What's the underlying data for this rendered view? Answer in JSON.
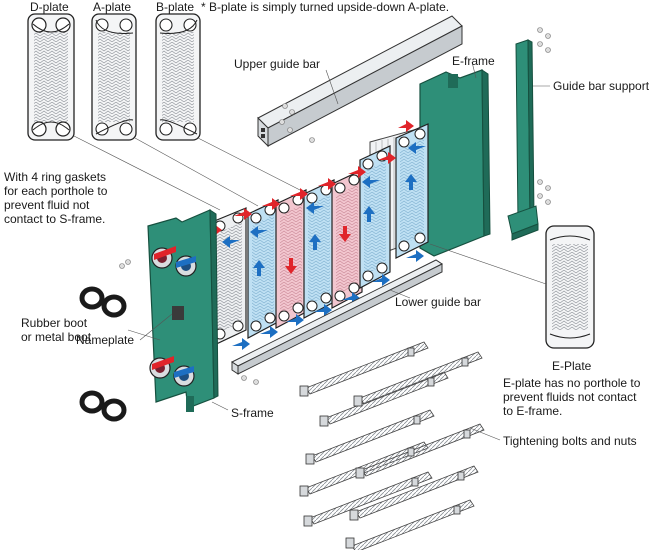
{
  "labels": {
    "d_plate": "D-plate",
    "a_plate": "A-plate",
    "b_plate": "B-plate",
    "b_plate_note": "* B-plate is simply turned upside-down A-plate.",
    "upper_guide_bar": "Upper guide bar",
    "e_frame": "E-frame",
    "guide_bar_support": "Guide bar support",
    "ring_gaskets": [
      "With 4 ring gaskets",
      "for each porthole to",
      "prevent fluid not",
      "contact to S-frame."
    ],
    "rubber_boot": [
      "Rubber boot",
      "or metal boot"
    ],
    "nameplate": "Nameplate",
    "lower_guide_bar": "Lower guide bar",
    "s_frame": "S-frame",
    "e_plate": "E-Plate",
    "e_plate_note": [
      "E-plate has no porthole to",
      "prevent fluids not contact",
      "to E-frame."
    ],
    "tightening_bolts": "Tightening bolts and nuts"
  },
  "colors": {
    "frame": "#2e8f78",
    "frame_dark": "#1f6b58",
    "hot_plate": "#f2c6cf",
    "cold_plate": "#bfe0f3",
    "plate_gray": "#e9ecef",
    "arrow_hot": "#e0242a",
    "arrow_cold": "#1d6fc2"
  }
}
